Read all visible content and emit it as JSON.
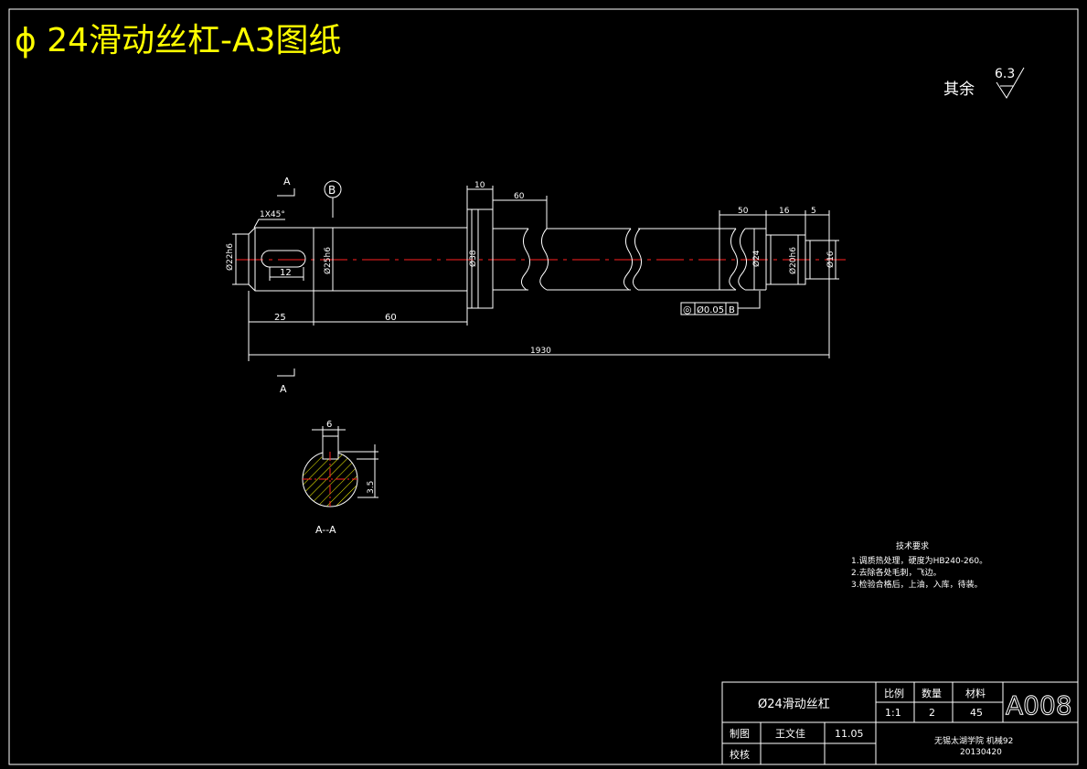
{
  "header": {
    "title": "ϕ 24滑动丝杠-A3图纸"
  },
  "roughness": {
    "label": "其余",
    "value": "6.3"
  },
  "section_marks": {
    "top": "A",
    "bottom": "A",
    "section_label": "A--A"
  },
  "datum": {
    "label": "B"
  },
  "chamfer": "1X45°",
  "dims": {
    "d_left": "Ø22h6",
    "key_len": "12",
    "d_journal": "Ø25h6",
    "d_collar": "Ø38",
    "collar_w": "10",
    "gap_60a": "60",
    "len_25": "25",
    "len_60": "60",
    "total": "1930",
    "len_50": "50",
    "len_16": "16",
    "len_5": "5",
    "d_24": "Ø24",
    "d_end1": "Ø20h6",
    "d_end2": "Ø16"
  },
  "tolerance": {
    "symbol": "◎",
    "value": "Ø0.05",
    "datum": "B"
  },
  "section_dims": {
    "key_w": "6",
    "depth": "3.5"
  },
  "notes": {
    "title": "技术要求",
    "items": [
      "1.调质热处理，硬度为HB240-260。",
      "2.去除各处毛刺，飞边。",
      "3.检验合格后，上油，入库，待装。"
    ]
  },
  "title_block": {
    "part_name": "Ø24滑动丝杠",
    "h_ratio": "比例",
    "h_qty": "数量",
    "h_material": "材料",
    "ratio": "1:1",
    "qty": "2",
    "material": "45",
    "drawing_no": "A008",
    "drawn_label": "制图",
    "drawn_by": "王文佳",
    "date": "11.05",
    "checked_label": "校核",
    "school": "无锡太湖学院 机械92",
    "student_no": "20130420"
  }
}
